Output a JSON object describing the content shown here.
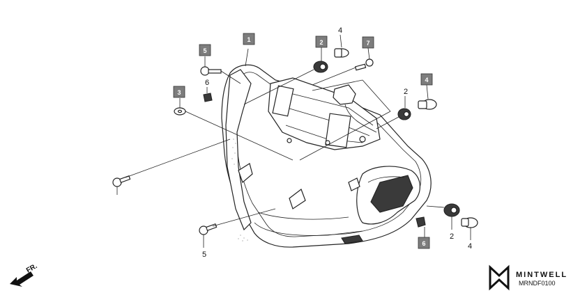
{
  "callouts": {
    "boxed": [
      {
        "id": "c1",
        "label": "1"
      },
      {
        "id": "c2",
        "label": "2"
      },
      {
        "id": "c3",
        "label": "3"
      },
      {
        "id": "c4",
        "label": "4"
      },
      {
        "id": "c5",
        "label": "5"
      },
      {
        "id": "c6",
        "label": "6"
      },
      {
        "id": "c7",
        "label": "7"
      }
    ],
    "plain": [
      {
        "id": "p4a",
        "label": "4"
      },
      {
        "id": "p6",
        "label": "6"
      },
      {
        "id": "p2a",
        "label": "2"
      },
      {
        "id": "p5",
        "label": "5"
      },
      {
        "id": "p2b",
        "label": "2"
      },
      {
        "id": "p4b",
        "label": "4"
      }
    ]
  },
  "direction_label": "FR.",
  "brand": {
    "name": "MINTWELL",
    "diagram_code": "MRNDF0100"
  },
  "icons": {
    "direction": "front-arrow-icon",
    "logo": "mintwell-logo-icon"
  }
}
